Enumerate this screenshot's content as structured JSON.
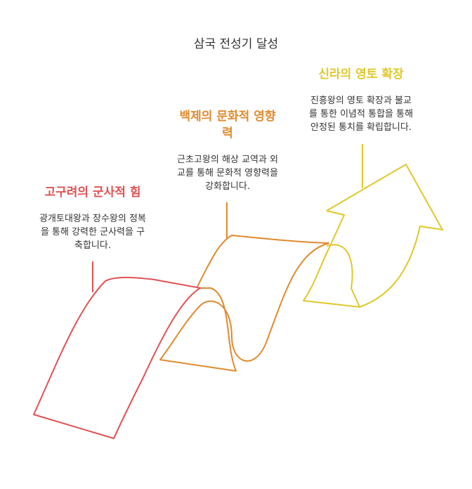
{
  "title": "삼국 전성기 달성",
  "colors": {
    "goguryeo": "#e05252",
    "baekje": "#e08a2e",
    "silla": "#e0c82a"
  },
  "stages": {
    "goguryeo": {
      "heading": "고구려의 군사적 힘",
      "desc_lines": [
        "광개토대왕과 장수왕의 정복",
        "을 통해 강력한 군사력을 구",
        "축합니다."
      ]
    },
    "baekje": {
      "heading_lines": [
        "백제의 문화적 영향",
        "력"
      ],
      "desc_lines": [
        "근초고왕의 해상 교역과 외",
        "교를 통해 문화적 영향력을",
        "강화합니다."
      ]
    },
    "silla": {
      "heading": "신라의 영토 확장",
      "desc_lines": [
        "진흥왕의 영토 확장과 불교",
        "를 통한 이념적 통합을 통해",
        "안정된 통치를 확립합니다."
      ]
    }
  }
}
